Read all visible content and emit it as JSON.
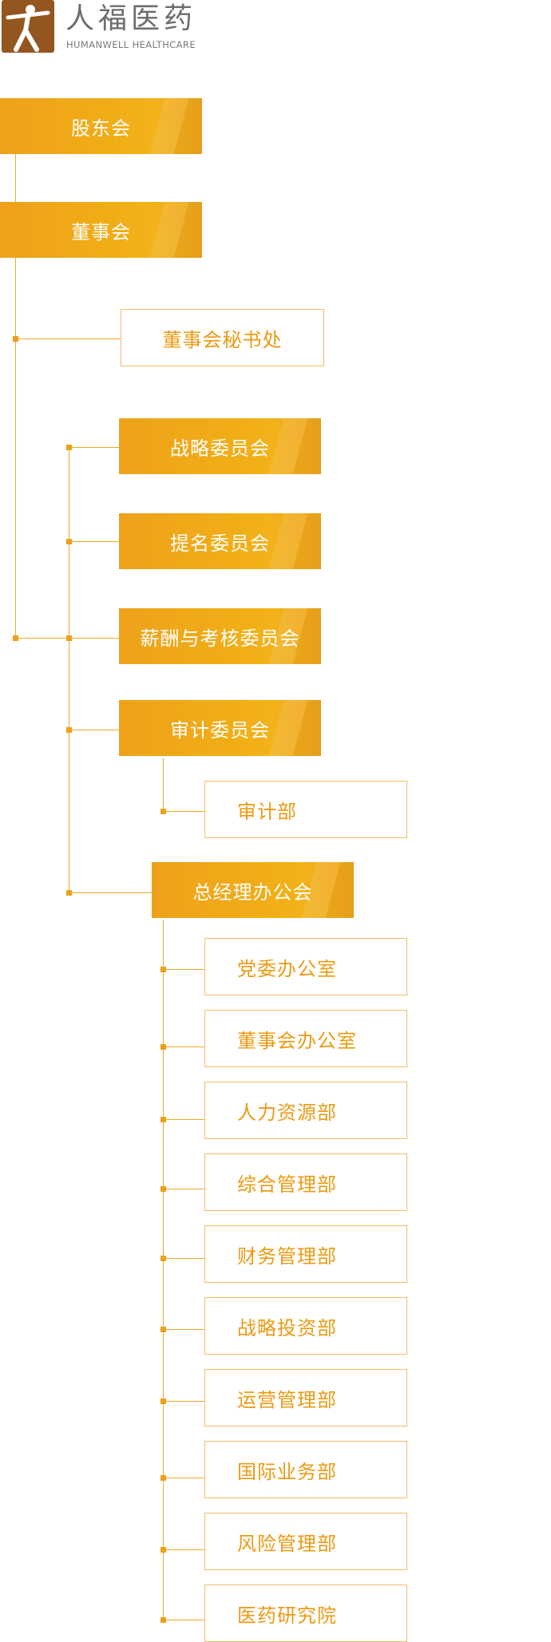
{
  "brand": {
    "name": "人福医药",
    "subtitle": "HUMANWELL HEALTHCARE",
    "icon": "person-logo-icon",
    "color": "#93561f"
  },
  "colors": {
    "accent": "#eea21b",
    "line": "#f0a92c",
    "outline": "#f3bd66",
    "outline_text": "#ec9a12"
  },
  "org": {
    "shareholders": "股东会",
    "board": "董事会",
    "board_secretariat": "董事会秘书处",
    "committees": {
      "strategy": "战略委员会",
      "nomination": "提名委员会",
      "compensation": "薪酬与考核委员会",
      "audit": "审计委员会"
    },
    "audit_dept": "审计部",
    "gm_office": "总经理办公会",
    "departments": [
      "党委办公室",
      "董事会办公室",
      "人力资源部",
      "综合管理部",
      "财务管理部",
      "战略投资部",
      "运营管理部",
      "国际业务部",
      "风险管理部",
      "医药研究院"
    ]
  }
}
